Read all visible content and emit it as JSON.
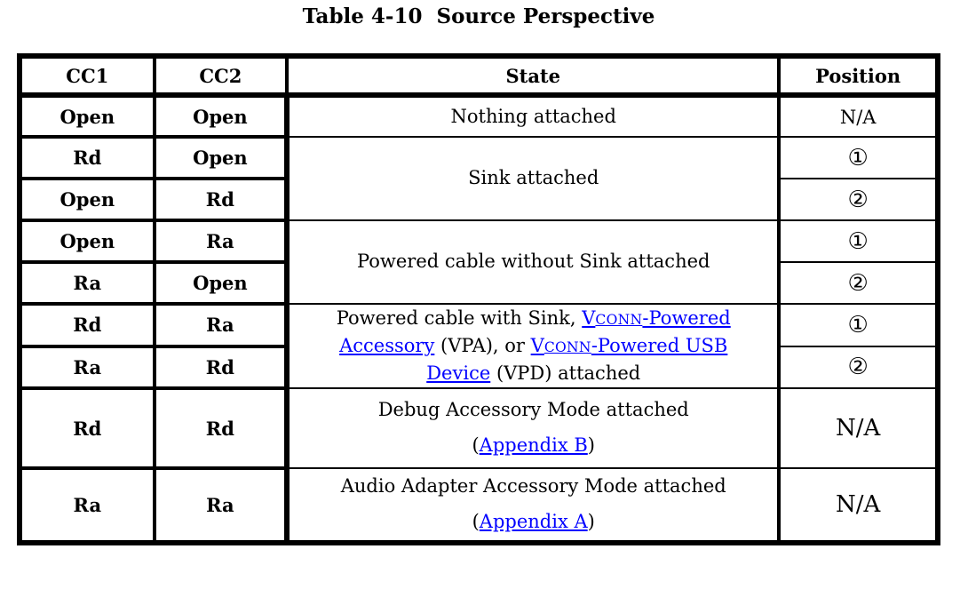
{
  "theme": {
    "link_color": "#0000FF"
  },
  "page": {
    "title": "Table 4-10  Source Perspective"
  },
  "columns": {
    "cc1": "CC1",
    "cc2": "CC2",
    "state": "State",
    "position": "Position"
  },
  "symbols": {
    "pos1": "①",
    "pos2": "②",
    "na": "N/A"
  },
  "rows": {
    "r1": {
      "cc1": "Open",
      "cc2": "Open"
    },
    "r2": {
      "cc1": "Rd",
      "cc2": "Open"
    },
    "r3": {
      "cc1": "Open",
      "cc2": "Rd"
    },
    "r4": {
      "cc1": "Open",
      "cc2": "Ra"
    },
    "r5": {
      "cc1": "Ra",
      "cc2": "Open"
    },
    "r6": {
      "cc1": "Rd",
      "cc2": "Ra"
    },
    "r7": {
      "cc1": "Ra",
      "cc2": "Rd"
    },
    "r8": {
      "cc1": "Rd",
      "cc2": "Rd"
    },
    "r9": {
      "cc1": "Ra",
      "cc2": "Ra"
    }
  },
  "states": {
    "nothing": "Nothing attached",
    "sink": "Sink attached",
    "powered_without_sink": "Powered cable without Sink attached",
    "powered_with_sink": [
      {
        "t": "Powered cable with Sink, "
      },
      {
        "t": "V",
        "link": "vconn-powered-accessory-link"
      },
      {
        "t": "CONN",
        "link": "vconn-powered-accessory-link",
        "sc": 1
      },
      {
        "t": "-Powered",
        "link": "vconn-powered-accessory-link"
      },
      {
        "br": 1
      },
      {
        "t": "Accessory",
        "link": "vconn-powered-accessory-link"
      },
      {
        "t": " (VPA), or "
      },
      {
        "t": "V",
        "link": "vconn-powered-usb-device-link"
      },
      {
        "t": "CONN",
        "link": "vconn-powered-usb-device-link",
        "sc": 1
      },
      {
        "t": "-Powered USB",
        "link": "vconn-powered-usb-device-link"
      },
      {
        "br": 1
      },
      {
        "t": "Device",
        "link": "vconn-powered-usb-device-link"
      },
      {
        "t": " (VPD) attached"
      }
    ],
    "debug": [
      {
        "t": "Debug Accessory Mode attached"
      },
      {
        "br": 1
      },
      {
        "t": "("
      },
      {
        "t": "Appendix B",
        "link": "appendix-b-link"
      },
      {
        "t": ")"
      }
    ],
    "audio": [
      {
        "t": "Audio Adapter Accessory Mode attached"
      },
      {
        "br": 1
      },
      {
        "t": "("
      },
      {
        "t": "Appendix A",
        "link": "appendix-a-link"
      },
      {
        "t": ")"
      }
    ]
  }
}
